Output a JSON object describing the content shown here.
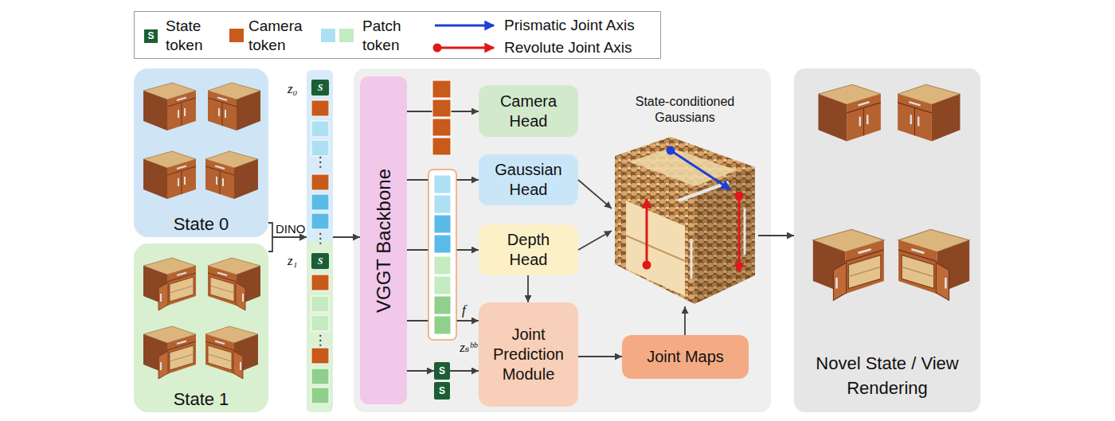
{
  "diagram": {
    "nodes": [
      {
        "text": [
          "State 0"
        ]
      },
      {
        "text": [
          "State 1"
        ]
      },
      {
        "text": [
          "z₀",
          "z₁"
        ]
      },
      {
        "text": [
          "S"
        ],
        "in": 2
      },
      {
        "text": [
          "S"
        ],
        "in": 2
      },
      {
        "text": [
          "VGGT Backbone"
        ]
      },
      {
        "text": [
          "Camera Head"
        ]
      },
      {
        "text": [
          "Gaussian Head"
        ]
      },
      {
        "text": [
          "Depth Head"
        ]
      },
      {
        "text": [
          "S"
        ]
      },
      {
        "text": [
          "S"
        ]
      },
      {
        "text": [
          "Joint Prediction Module"
        ]
      },
      {
        "text": [
          "State-conditioned Gaussians"
        ]
      },
      {
        "text": [
          "Joint Maps"
        ]
      },
      {
        "text": [
          "Novel State / View Rendering"
        ]
      }
    ],
    "edges": [
      {
        "from": 0,
        "to": 2,
        "label": "DINO",
        "arrow": "to"
      },
      {
        "from": 1,
        "to": 2,
        "arrow": "to"
      },
      {
        "from": 2,
        "to": 5,
        "arrow": "to"
      },
      {
        "from": 5,
        "to": 6,
        "arrow": "to"
      },
      {
        "from": 5,
        "to": 7,
        "arrow": "to"
      },
      {
        "from": 5,
        "to": 8,
        "arrow": "to"
      },
      {
        "from": 5,
        "to": 11,
        "label": "f",
        "arrow": "to"
      },
      {
        "from": 5,
        "to": 9,
        "arrow": "to"
      },
      {
        "from": 9,
        "to": 11,
        "arrow": "to"
      },
      {
        "from": 8,
        "to": 11,
        "arrow": "to"
      },
      {
        "from": 7,
        "to": 12,
        "arrow": "to"
      },
      {
        "from": 8,
        "to": 12,
        "arrow": "to"
      },
      {
        "from": 11,
        "to": 13,
        "arrow": "to"
      },
      {
        "from": 13,
        "to": 12,
        "arrow": "to"
      },
      {
        "from": 12,
        "to": 14,
        "arrow": "to"
      }
    ],
    "labels": [
      "S",
      "⋮",
      "⋮",
      "⋮",
      "zₛᵇᵇ"
    ],
    "legend": [
      {
        "text": "State token",
        "color": "#1b5e36"
      },
      {
        "text": "Camera token",
        "color": "#c85a1a"
      },
      {
        "text": "Patch token",
        "color": "#aee0f4"
      },
      {
        "text": "Prismatic Joint Axis"
      },
      {
        "text": "Revolute Joint Axis"
      }
    ]
  }
}
